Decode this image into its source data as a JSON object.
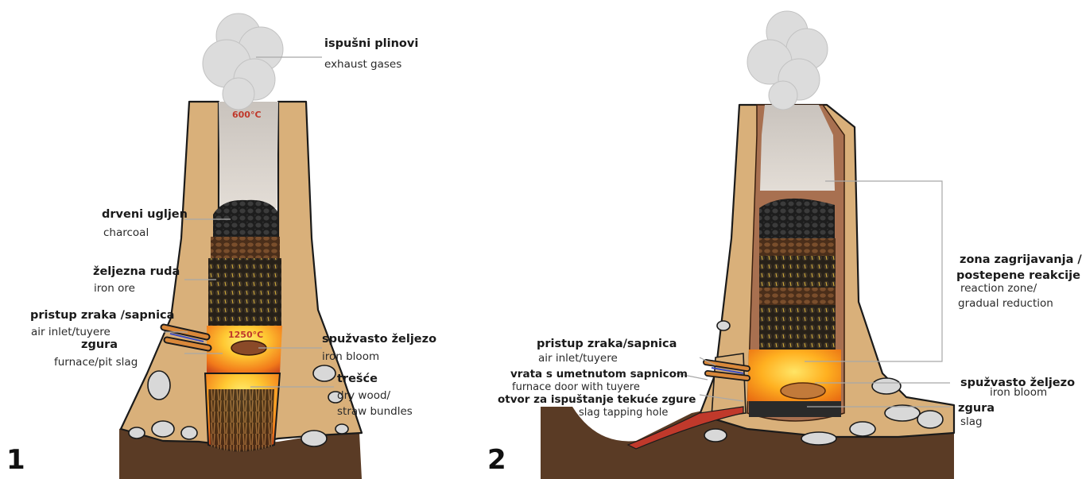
{
  "panel1": {
    "number": "1",
    "temp_top": "600°C",
    "temp_hot": "1250°C",
    "labels": {
      "exhaust_hr": "ispušni plinovi",
      "exhaust_en": "exhaust gases",
      "charcoal_hr": "drveni ugljen",
      "charcoal_en": "charcoal",
      "ore_hr": "željezna ruda",
      "ore_en": "iron ore",
      "air_hr": "pristup zraka /sapnica",
      "air_en": "air inlet/tuyere",
      "slag_hr": "zgura",
      "slag_en": "furnace/pit slag",
      "bloom_hr": "spužvasto željezo",
      "bloom_en": "iron bloom",
      "wood_hr": "trešće",
      "wood_en1": "dry wood/",
      "wood_en2": "straw bundles"
    }
  },
  "panel2": {
    "number": "2",
    "labels": {
      "air_hr": "pristup zraka/sapnica",
      "air_en": "air inlet/tuyere",
      "door_hr": "vrata s umetnutom sapnicom",
      "door_en": "furnace door with tuyere",
      "tap_hr": "otvor za ispuštanje tekuće zgure",
      "tap_en": "slag tapping hole",
      "zone_hr1": "zona zagrijavanja /",
      "zone_hr2": "postepene reakcije",
      "zone_en1": "reaction zone/",
      "zone_en2": "gradual reduction",
      "bloom_hr": "spužvasto željezo",
      "bloom_en": "iron bloom",
      "slag_hr": "zgura",
      "slag_en": "slag"
    }
  },
  "colors": {
    "clay": "#d9b07a",
    "earth": "#5a3b25",
    "smoke": "#dcdcdc",
    "charcoal": "#1e1e1e",
    "ore": "#6b4428",
    "fire": "#f5a623",
    "hot": "#ffd84a",
    "temp_red": "#c0392b",
    "leader": "#a8a8a8"
  }
}
